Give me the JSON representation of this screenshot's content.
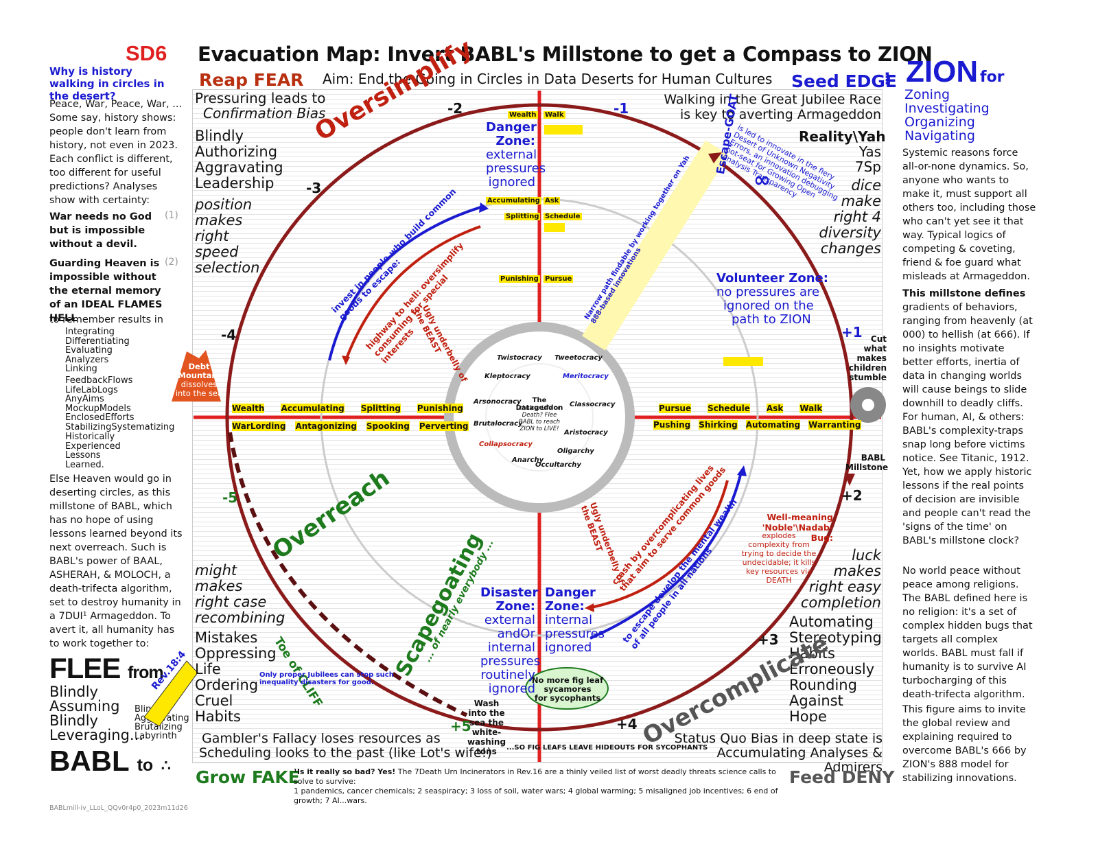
{
  "header": {
    "sd": "SD6",
    "question": "Why is history walking in circles in the desert?",
    "title": "Evacuation Map: Invert BABL's Millstone to get a Compass to ZION",
    "aim": "Aim: End the Going in Circles in Data Deserts for Human Cultures",
    "reap": "Reap FEAR",
    "seed": "Seed EDGE",
    "zion": "ZION",
    "zion_for": "for",
    "zion_list": [
      "Zoning",
      "Investigating",
      "Organizing",
      "Navigating"
    ]
  },
  "left_column": {
    "intro": "Peace, War, Peace, War, ... Some say, history shows: people don't learn from history, not even in 2023. Each conflict is different, too different for useful predictions? Analyses show with certainty:",
    "claim1": "War needs no God but is impossible without a devil.",
    "claim1_num": "(1)",
    "claim2": "Guarding Heaven is impossible without the eternal memory of an IDEAL FLAMES HELL",
    "claim2_num": "(2)",
    "claim2_tail": "to remember results in",
    "ideal_list": [
      "Integrating",
      "Differentiating",
      "Evaluating",
      "Analyzers",
      "Linking"
    ],
    "flames_list": [
      "FeedbackFlows",
      "LifeLabLogs",
      "AnyAims",
      "MockupModels",
      "EnclosedEfforts",
      "StabilizingSystematizing"
    ],
    "hell_list": [
      "Historically",
      "Experienced",
      "Lessons",
      "Learned."
    ],
    "else": "Else Heaven would go in deserting circles, as this millstone of BABL, which has no hope of using lessons learned beyond its next overreach. Such is BABL's power of BAAL, ASHERAH, & MOLOCH, a death-trifecta algorithm, set to destroy humanity in a 7DUI¹ Armageddon. To avert it, all humanity has to work together to:",
    "flee": "FLEE",
    "flee_from": "from",
    "babl_words": [
      "Blindly",
      "Assuming",
      "Blindly",
      "Leveraging..."
    ],
    "babl_words2": [
      "Blinding",
      "Aggravating",
      "Brutalizing",
      "Labyrinth"
    ],
    "babl": "BABL",
    "babl_to": "to",
    "caption": "BABLmill-iv_LLoL_QQv0r4p0_2023m11d26"
  },
  "right_column": {
    "zion_text": "Systemic reasons force all-or-none dynamics. So, anyone who wants to make it, must support all others too, including those who can't yet see it that way. Typical logics of competing & coveting, friend & foe guard what misleads at Armageddon.",
    "millstone_head": "This millstone defines",
    "millstone_text": "gradients of behaviors, ranging from heavenly (at 000) to hellish (at 666). If no insights motivate better efforts, inertia of data in changing worlds will cause beings to slide downhill to deadly cliffs. For human, AI, & others: BABL's complexity-traps snap long before victims notice. See Titanic, 1912. Yet, how we apply historic lessons if the real points of decision are invisible and people can't read the 'signs of the time' on BABL's millstone clock?",
    "peace_text": "No world peace without peace among religions. The BABL defined here is no religion: it's a set of complex hidden bugs that targets all complex worlds. BABL must fall if humanity is to survive AI turbocharging of this death-trifecta algorithm.",
    "aim_text": "This figure aims to invite the global review and explaining required to overcome BABL's 666 by ZION's 888 model for stabilizing innovations."
  },
  "quadrants": {
    "tl_head": [
      "Pressuring leads to",
      "Confirmation Bias"
    ],
    "tl_acro": [
      "Blindly",
      "Authorizing",
      "Aggravating",
      "Leadership"
    ],
    "tl_motto": [
      "position",
      "makes",
      "right",
      "speed",
      "selection"
    ],
    "tr_head": [
      "Walking in the Great Jubilee Race",
      "is key to averting Armageddon"
    ],
    "tr_reality": [
      "Reality\\Yah",
      "Yas",
      "7Sp"
    ],
    "tr_motto": [
      "dice",
      "make",
      "right 4",
      "diversity",
      "changes"
    ],
    "bl_motto": [
      "might",
      "makes",
      "right case",
      "recombining"
    ],
    "bl_acro": [
      "Mistakes",
      "Oppressing",
      "Life",
      "Ordering",
      "Cruel",
      "Habits"
    ],
    "bl_foot": [
      "Gambler's Fallacy loses resources as",
      "Scheduling looks to the past (like Lot's wife!)"
    ],
    "br_motto": [
      "luck",
      "makes",
      "right easy",
      "completion"
    ],
    "br_acro": [
      "Automating",
      "Stereotyping",
      "Habits",
      "Erroneously",
      "Rounding",
      "Against",
      "Hope"
    ],
    "br_foot": [
      "Status Quo Bias in deep state is",
      "Accumulating Analyses & Admirers"
    ]
  },
  "arcs": {
    "oversimplify": "Oversimplify",
    "overreach": "Overreach",
    "overcomplicate": "Overcomplicate",
    "scapegoating": "Scapegoating",
    "scapegoating_sub": "... of nearly everybody ..."
  },
  "zones": {
    "danger_top": [
      "Danger",
      "Zone:",
      "external",
      "pressures",
      "ignored"
    ],
    "volunteer": [
      "Volunteer Zone:",
      "no pressures are",
      "ignored on the",
      "path to ZION"
    ],
    "disaster": [
      "Disaster",
      "Zone:",
      "external",
      "andOr",
      "internal",
      "pressures",
      "routinely",
      "ignored"
    ],
    "danger_bottom": [
      "Danger",
      "Zone:",
      "internal",
      "pressures",
      "ignored"
    ]
  },
  "numbers": [
    "-2",
    "-1",
    "-3",
    "-4",
    "+1",
    "+2",
    "+3",
    "+4",
    "+5",
    "-5"
  ],
  "axis_labels": {
    "top_left": [
      "Wealth",
      "Accumulating",
      "Splitting",
      "Punishing"
    ],
    "top_right": [
      "Walk",
      "Ask",
      "Schedule",
      "Pursue"
    ],
    "left_row": [
      "Wealth",
      "Accumulating",
      "Splitting",
      "Punishing"
    ],
    "right_row": [
      "Pursue",
      "Schedule",
      "Ask",
      "Walk"
    ],
    "left_row2": [
      "WarLording",
      "Antagonizing",
      "Spooking",
      "Perverting"
    ],
    "right_row2": [
      "Pushing",
      "Shirking",
      "Automating",
      "Warranting"
    ]
  },
  "center": {
    "title": "The Datageddon",
    "sub": "choice: Life or Death? Flee BABL to reach ZION to LIVE!",
    "cracies": [
      "Twistocracy",
      "Tweetocracy",
      "Kleptocracy",
      "Meritocracy",
      "Arsonocracy",
      "Classocracy",
      "Brutalocracy",
      "Aristocracy",
      "Collapsocracy",
      "Oligarchy",
      "Anarchy",
      "Occultarchy"
    ]
  },
  "notes": {
    "debt": [
      "Debt",
      "Mountain",
      "dissolves",
      "into the sea"
    ],
    "cut": [
      "Cut",
      "what",
      "makes",
      "children",
      "stumble"
    ],
    "babl_millstone": [
      "BABL",
      "Millstone"
    ],
    "fig_leaf": [
      "No more fig leaf",
      "sycamores",
      "for sycophants"
    ],
    "wash": [
      "Wash",
      "into the",
      "sea the",
      "white-",
      "washing",
      "tons"
    ],
    "leaves": "...SO FIG LEAFS LEAVE HIDEOUTS FOR SYCOPHANTS",
    "rev": "Rev.18:4",
    "escape": "Escape-GOAT",
    "toe": "Toe of CLIFF",
    "infinity": "∞",
    "jubilee": "Only proper Jubilees can stop such inequality disasters for good.",
    "well_meaning": "Well-meaning 'Noble'\\Nadab-Bug:",
    "well_meaning_sub": "explodes complexity from trying to decide the undecidable; it kills key resources via DEATH",
    "invest": "invest in people who build common goods to escape:",
    "highway": "highway to hell: oversimplify consuming for special interests",
    "crash": "crash by overcomplicating lives that aim to serve common goods",
    "develop": "to escape develop the mental wealth of all people in all nations",
    "ugly1": "Ugly underbelly of the BEAST",
    "ugly2": "Ugly underbelly of the BEAST",
    "narrow": "Narrow path findable by working together on Yah 888-based innovations",
    "goat_text": "is led to innovate in the fiery Desert of Unknown Negativity Errors, an innovation debugging hot-seat for Growing Open Analysis Transparency"
  },
  "footnote": {
    "q": "¹Is it really so bad? Yes!",
    "text": "The 7Death Urn Incinerators in Rev.16 are a thinly veiled list of worst deadly threats science calls to solve to survive:",
    "list": "1 pandemics, cancer chemicals; 2 seaspiracy; 3 loss of soil, water wars; 4 global warming; 5 misaligned job incentives; 6 end of growth; 7 AI...wars."
  },
  "footer": {
    "grow": "Grow FAKE",
    "deny": "Feed DENY"
  },
  "colors": {
    "red": "#e02020",
    "blue": "#1a1ad0",
    "green": "#1d7a1d",
    "dark_red": "#8b1a1a",
    "yellow": "#ffe800"
  }
}
